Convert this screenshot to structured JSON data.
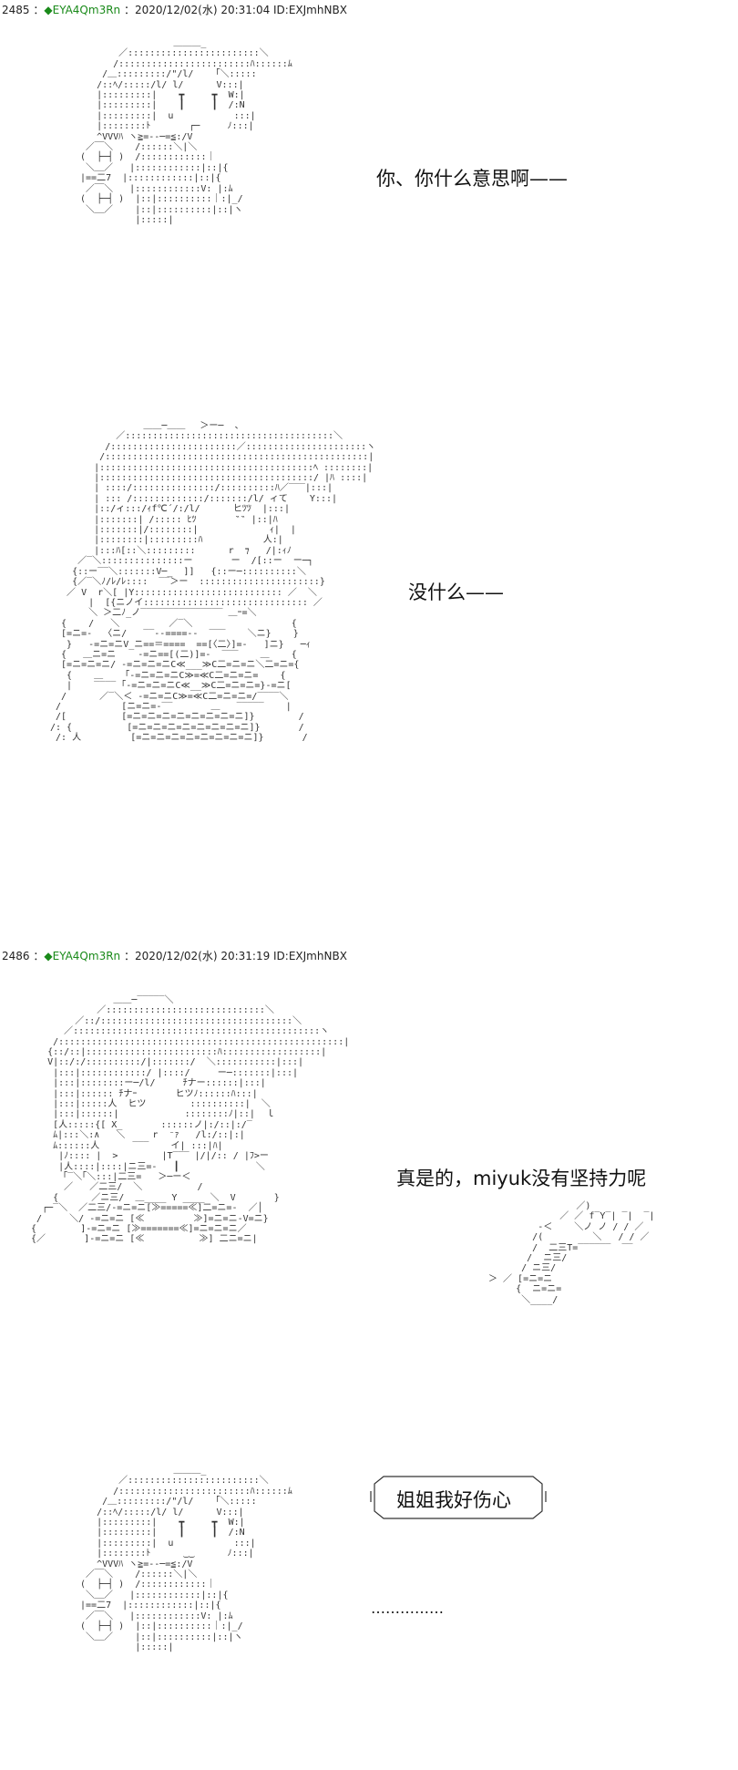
{
  "posts": [
    {
      "number": "2485",
      "separator": " ：",
      "trip_mark": "◆",
      "trip": "EYA4Qm3Rn",
      "meta": " ：2020/12/02(水) 20:31:04 ID:EXJmhNBX"
    },
    {
      "number": "2486",
      "separator": " ：",
      "trip_mark": "◆",
      "trip": "EYA4Qm3Rn",
      "meta": " ：2020/12/02(水) 20:31:19 ID:EXJmhNBX"
    }
  ],
  "lines": {
    "line1": "你、你什么意思啊——",
    "line2": "没什么——",
    "line3": "真是的，miyuk没有坚持力呢",
    "bubble": "姐姐我好伤心",
    "ellipsis": "……………"
  }
}
